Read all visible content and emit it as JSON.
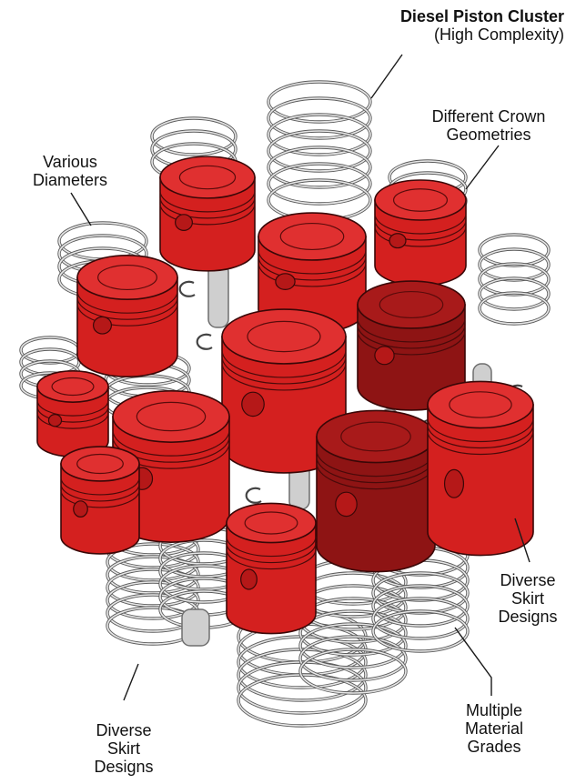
{
  "title": "Diesel Piston Cluster",
  "subtitle": "(High Complexity)",
  "labels": {
    "diameters": [
      "Various",
      "Diameters"
    ],
    "crown": [
      "Different Crown",
      "Geometries"
    ],
    "skirt_right": [
      "Diverse",
      "Skirt",
      "Designs"
    ],
    "skirt_left": [
      "Diverse",
      "Skirt",
      "Designs"
    ],
    "material": [
      "Multiple",
      "Material",
      "Grades"
    ]
  },
  "colors": {
    "piston_red": "#d4201f",
    "piston_dark": "#8e1414",
    "ring_gray": "#9a9a9a",
    "pin_gray": "#cfcfcf"
  }
}
